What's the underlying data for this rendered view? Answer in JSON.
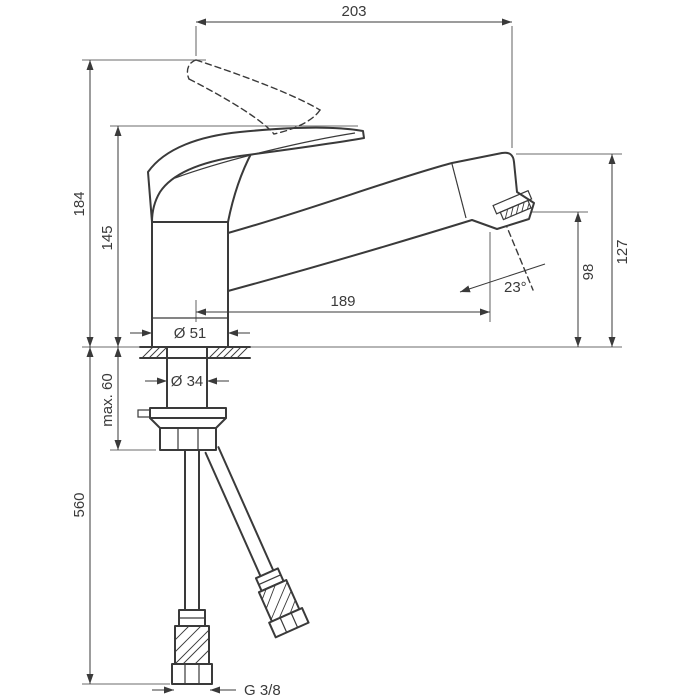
{
  "meta": {
    "background_color": "#ffffff",
    "line_color": "#3a3a3a",
    "drawing_subject": "single-lever kitchen faucet technical dimension drawing"
  },
  "dimensions": {
    "top_width": "203",
    "overall_height": "184",
    "body_height": "145",
    "spout_height": "127",
    "outlet_height": "98",
    "spout_reach": "189",
    "spray_angle": "23°",
    "base_diameter": "Ø 51",
    "shaft_diameter": "Ø 34",
    "max_counter_thickness": "max. 60",
    "hose_length": "560",
    "connection_thread": "G 3/8"
  }
}
